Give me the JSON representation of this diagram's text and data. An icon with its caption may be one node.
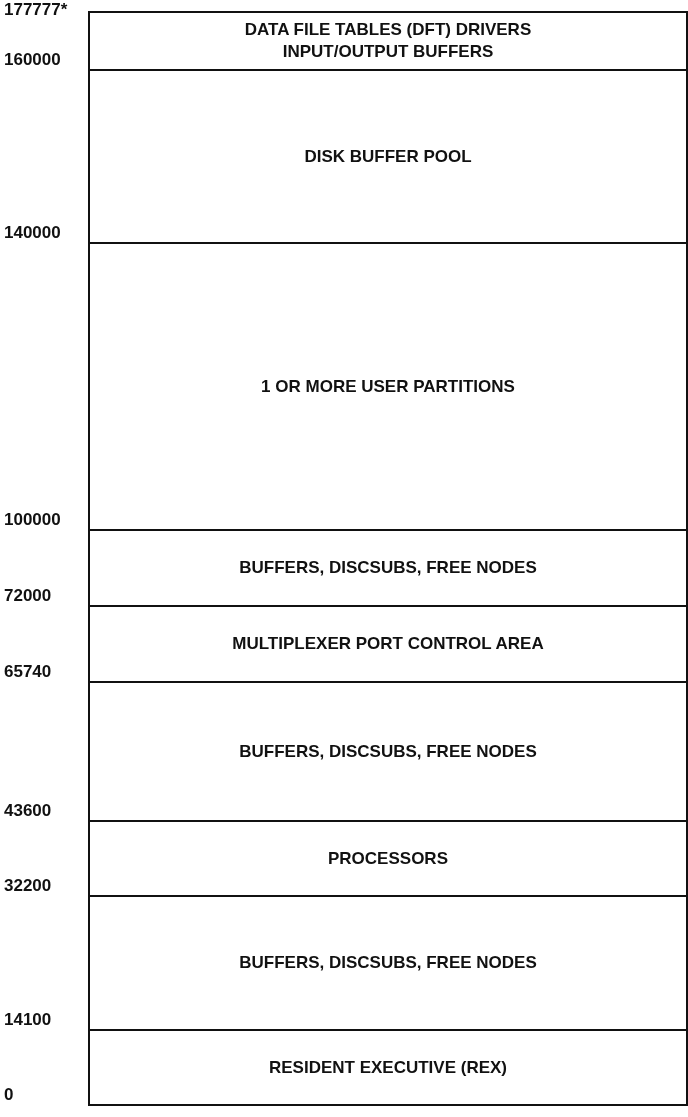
{
  "diagram": {
    "nodes": [
      {
        "text": [
          "DATA FILE TABLES (DFT) DRIVERS INPUT/OUTPUT BUFFERS"
        ]
      },
      {
        "text": [
          "DISK BUFFER POOL"
        ]
      },
      {
        "text": [
          "1 OR MORE USER PARTITIONS"
        ]
      },
      {
        "text": [
          "BUFFERS, DISCSUBS, FREE NODES"
        ]
      },
      {
        "text": [
          "MULTIPLEXER PORT CONTROL AREA"
        ]
      },
      {
        "text": [
          "BUFFERS, DISCSUBS, FREE NODES"
        ]
      },
      {
        "text": [
          "PROCESSORS"
        ]
      },
      {
        "text": [
          "BUFFERS, DISCSUBS, FREE NODES"
        ]
      },
      {
        "text": [
          "RESIDENT EXECUTIVE (REX)"
        ]
      }
    ],
    "labels": [
      "177777*",
      "160000",
      "140000",
      "100000",
      "72000",
      "65740",
      "43600",
      "32200",
      "14100",
      "0"
    ]
  }
}
